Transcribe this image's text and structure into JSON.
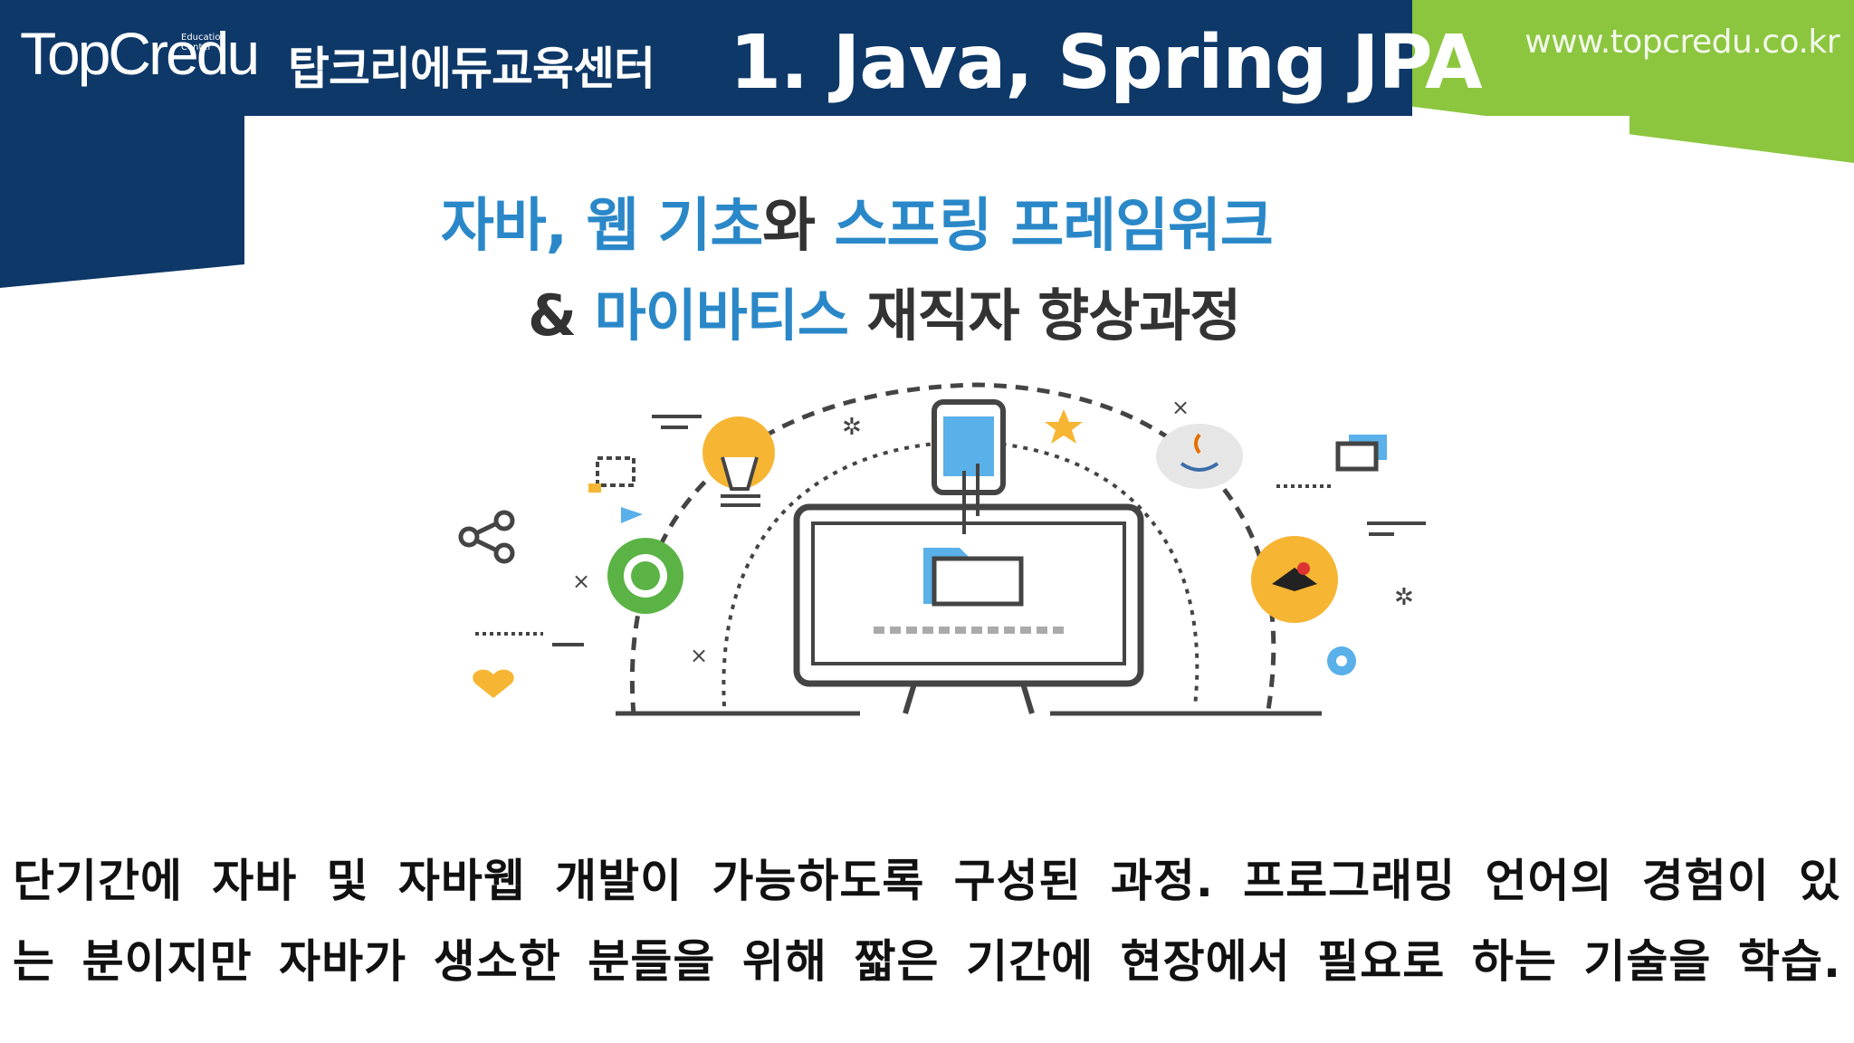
{
  "header": {
    "logo_text": "TopCredu",
    "logo_subtext": "Education Center",
    "center_name": "탑크리에듀교육센터",
    "title": "1. Java, Spring JPA",
    "url": "www.topcredu.co.kr"
  },
  "banner": {
    "line1_part1": "자바, 웹 기초",
    "line1_part2": "와 ",
    "line1_part3": "스프링 프레임워크",
    "line2_part1": "& ",
    "line2_part2": "마이바티스",
    "line2_part3": " 재직자 향상과정"
  },
  "illustration": {
    "icons": [
      "monitor-icon",
      "phone-icon",
      "folder-icon",
      "lightbulb-icon",
      "spring-icon",
      "java-icon",
      "mybatis-icon",
      "share-icon",
      "chat-icon",
      "gear-icon",
      "star-icon",
      "heart-icon"
    ]
  },
  "description": {
    "line1": "단기간에 자바 및 자바웹 개발이 가능하도록 구성된 과정. 프로그래밍 언어의 경험이 있",
    "line2": "는 분이지만 자바가 생소한 분들을 위해 짧은 기간에 현장에서 필요로 하는 기술을 학습."
  },
  "colors": {
    "navy": "#0d3868",
    "green": "#8cc63f",
    "blue_text": "#2a88c8",
    "dark_text": "#333333"
  }
}
